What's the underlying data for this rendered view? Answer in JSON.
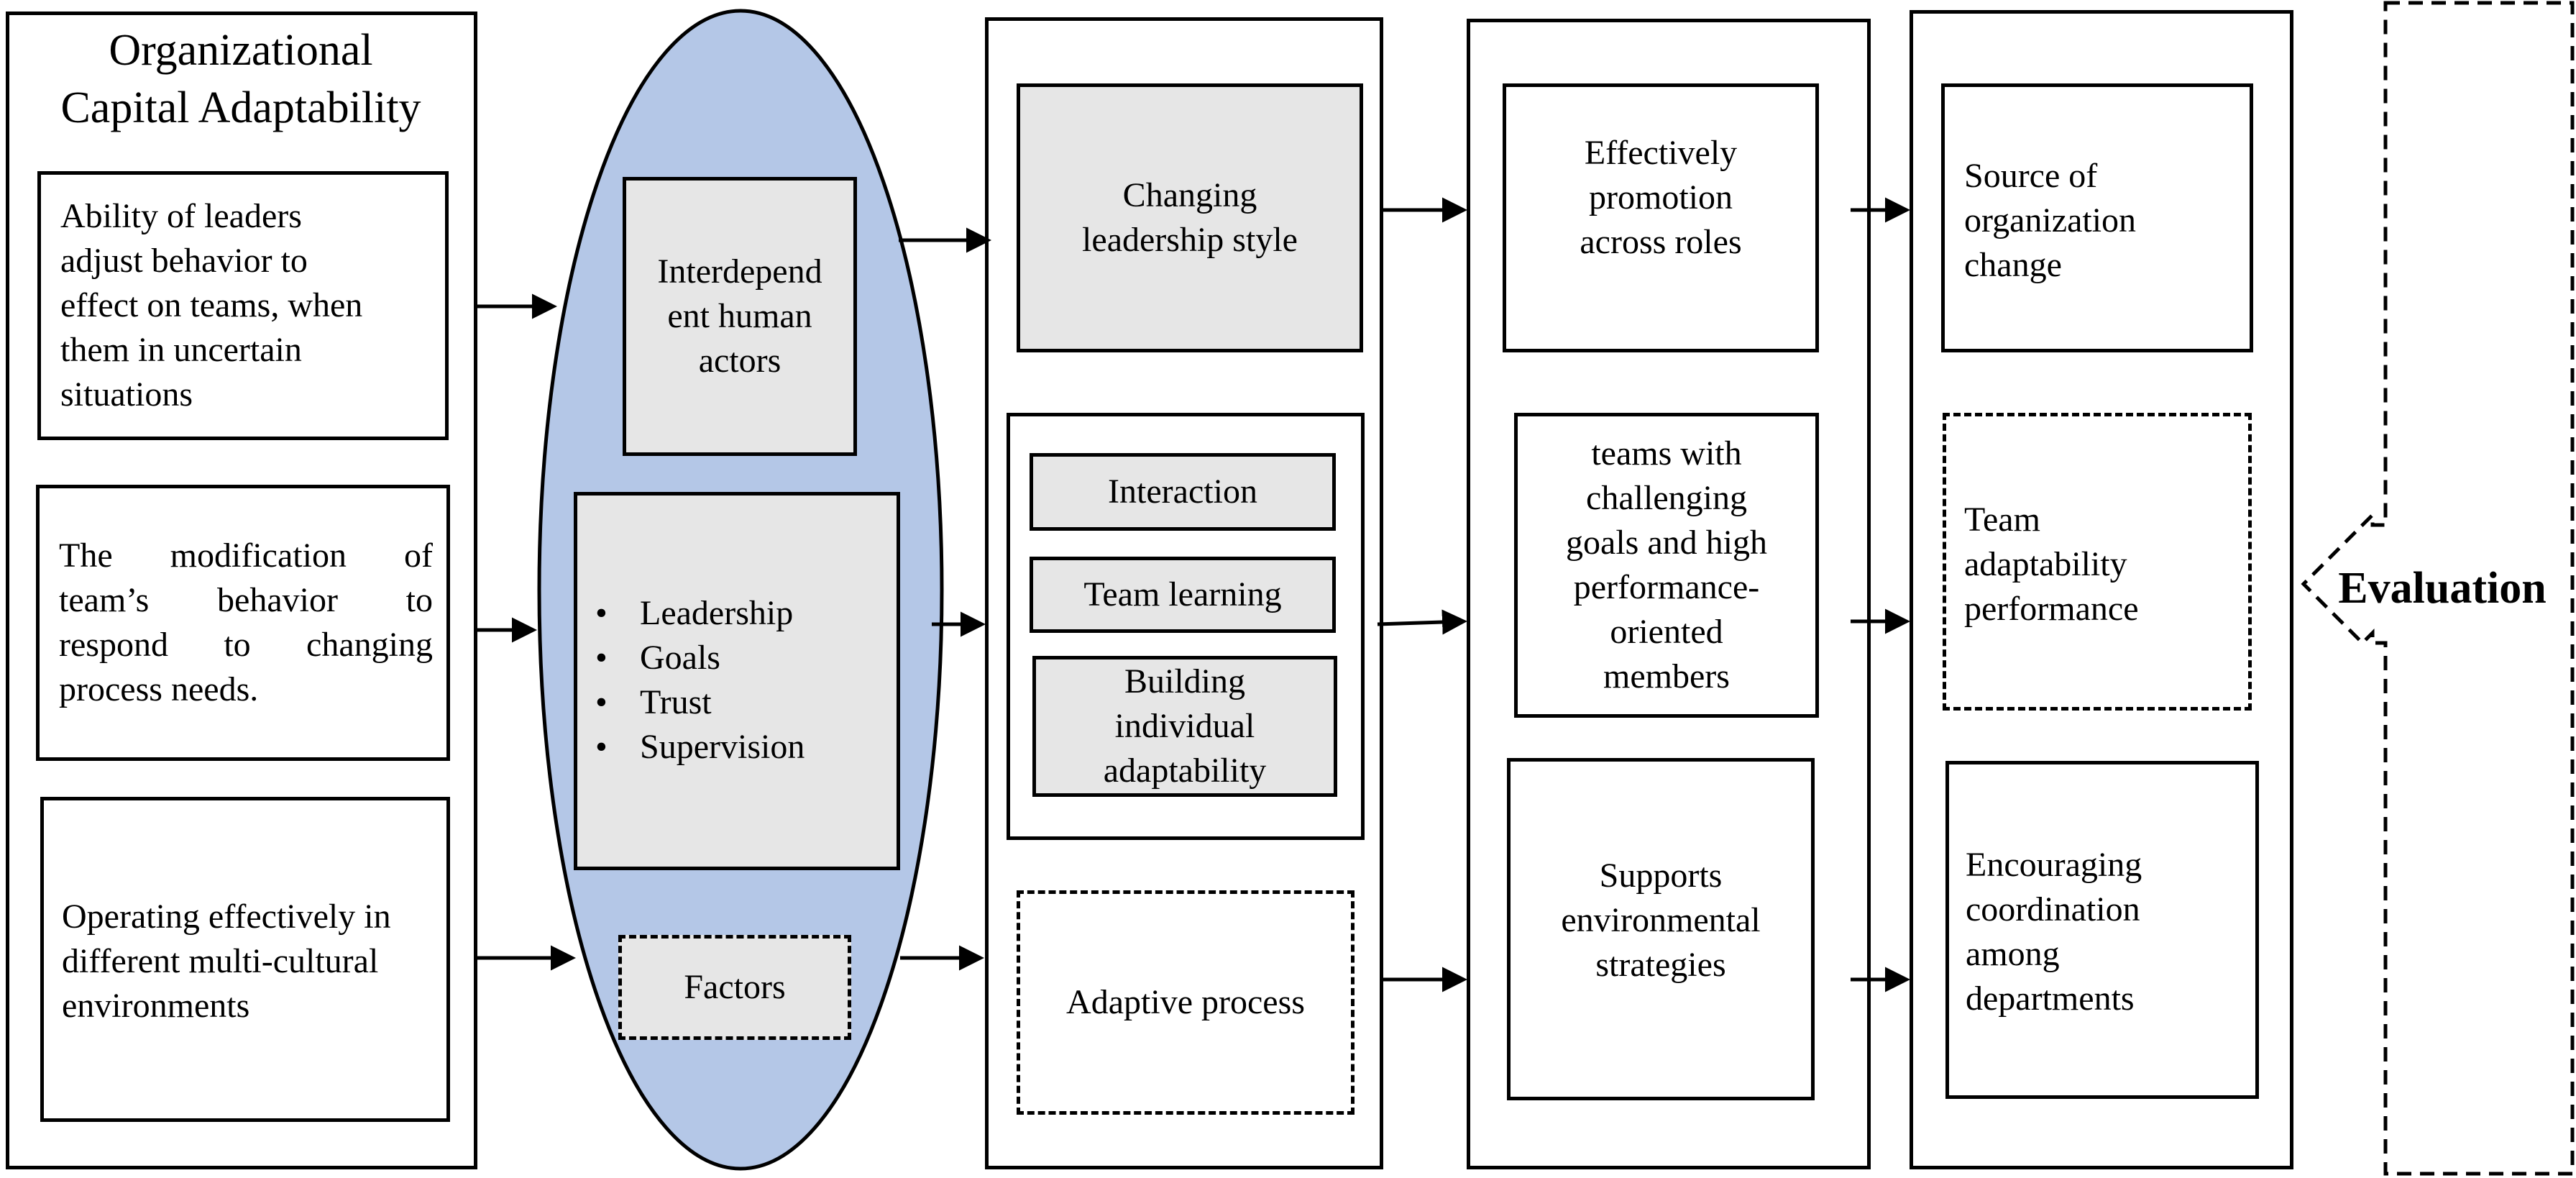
{
  "col1": {
    "title_line1": "Organizational",
    "title_line2": "Capital Adaptability",
    "box1": [
      "Ability of leaders",
      "adjust behavior to",
      "effect on teams, when",
      "them in uncertain",
      "situations"
    ],
    "box2": [
      "The modification of",
      "team’s behavior to",
      "respond to changing",
      "process needs."
    ],
    "box3": [
      "Operating effectively in",
      "different multi-cultural",
      "environments"
    ]
  },
  "col2": {
    "box1": [
      "Interdepend",
      "ent human",
      "actors"
    ],
    "bullets": [
      "Leadership",
      "Goals",
      "Trust",
      "Supervision"
    ],
    "factors": "Factors",
    "ellipse_color": "#b4c7e7"
  },
  "col3": {
    "box1": [
      "Changing",
      "leadership style"
    ],
    "inner": {
      "interaction": "Interaction",
      "team_learning": "Team learning",
      "building": [
        "Building",
        "individual",
        "adaptability"
      ]
    },
    "adaptive": "Adaptive process"
  },
  "col4": {
    "box1": [
      "Effectively",
      "promotion",
      "across roles"
    ],
    "box2": [
      "teams with",
      "challenging",
      "goals and high",
      "performance-",
      "oriented",
      "members"
    ],
    "box3": [
      "Supports",
      "environmental",
      "strategies"
    ]
  },
  "col5": {
    "box1": [
      "Source of",
      "organization",
      "change"
    ],
    "box2": [
      "Team",
      "adaptability",
      "performance"
    ],
    "box3": [
      "Encouraging",
      "coordination",
      "among",
      "departments"
    ]
  },
  "evaluation": "Evaluation"
}
